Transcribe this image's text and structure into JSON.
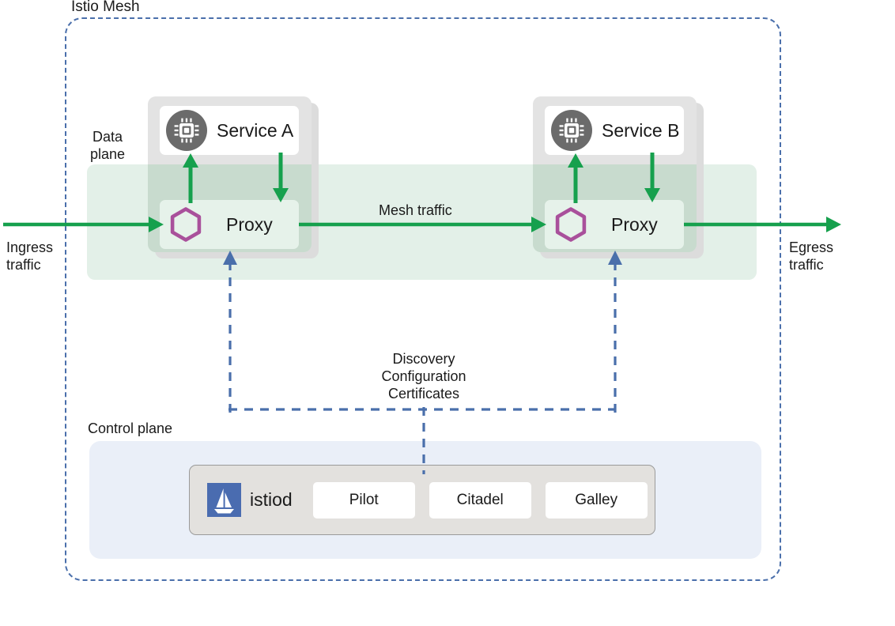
{
  "diagram": {
    "mesh_label": "Istio Mesh",
    "data_plane_label": "Data\nplane",
    "control_plane_label": "Control plane",
    "mesh_traffic_label": "Mesh traffic",
    "ingress_label": "Ingress\ntraffic",
    "egress_label": "Egress\ntraffic",
    "discovery_label": "Discovery\nConfiguration\nCertificates"
  },
  "pods": [
    {
      "service_name": "Service A",
      "service_icon": "chip-icon",
      "proxy_name": "Proxy",
      "proxy_icon": "hexagon-icon"
    },
    {
      "service_name": "Service B",
      "service_icon": "chip-icon",
      "proxy_name": "Proxy",
      "proxy_icon": "hexagon-icon"
    }
  ],
  "control_plane": {
    "istiod_name": "istiod",
    "istiod_icon": "sailboat-logo",
    "components": [
      {
        "label": "Pilot"
      },
      {
        "label": "Citadel"
      },
      {
        "label": "Galley"
      }
    ]
  },
  "colors": {
    "mesh_border": "#4a6fab",
    "data_plane_band": "#e3f0e8",
    "control_plane_panel": "#eaeff8",
    "pod_box": "#e3e3e3",
    "traffic_arrow": "#16a04d",
    "control_arrow": "#4a6fab",
    "hexagon": "#a9509b",
    "chip_circle": "#6b6b6b",
    "istiod_blue": "#4a6cb0"
  }
}
